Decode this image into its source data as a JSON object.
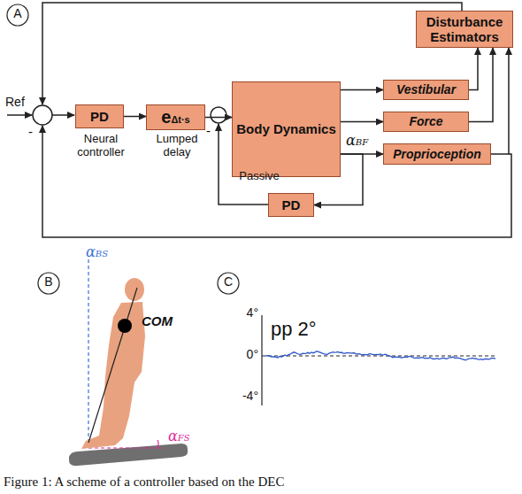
{
  "diagram": {
    "caption": "Figure 1: A scheme of a controller based on the DEC",
    "nodes": [
      {
        "text": [
          "PD",
          "Neural controller"
        ]
      },
      {
        "text": [
          "eΔt·s",
          "Lumped delay"
        ]
      },
      {
        "text": [
          "Body Dynamics"
        ]
      },
      {
        "text": [
          "Disturbance Estimators"
        ]
      },
      {
        "text": [
          "Vestibular"
        ]
      },
      {
        "text": [
          "Force"
        ]
      },
      {
        "text": [
          "Proprioception"
        ]
      },
      {
        "text": [
          "PD",
          "Passive"
        ]
      }
    ],
    "edges": [
      {
        "from": 0,
        "to": 1,
        "arrow": "to"
      },
      {
        "from": 1,
        "to": 2,
        "arrow": "to"
      },
      {
        "from": 2,
        "to": 4,
        "arrow": "to"
      },
      {
        "from": 2,
        "to": 5,
        "arrow": "to"
      },
      {
        "from": 2,
        "to": 6,
        "arrow": "to"
      },
      {
        "from": 4,
        "to": 3,
        "arrow": "to"
      },
      {
        "from": 5,
        "to": 3,
        "arrow": "to"
      },
      {
        "from": 6,
        "to": 3,
        "arrow": "to"
      },
      {
        "from": 2,
        "to": 7,
        "arrow": "to"
      }
    ],
    "labels": [
      "A",
      "Ref",
      "-",
      "-",
      "αBF",
      "B",
      "αBS",
      "COM",
      "αFS",
      "C",
      "4°",
      "0°",
      "-4°",
      "pp 2°"
    ]
  }
}
